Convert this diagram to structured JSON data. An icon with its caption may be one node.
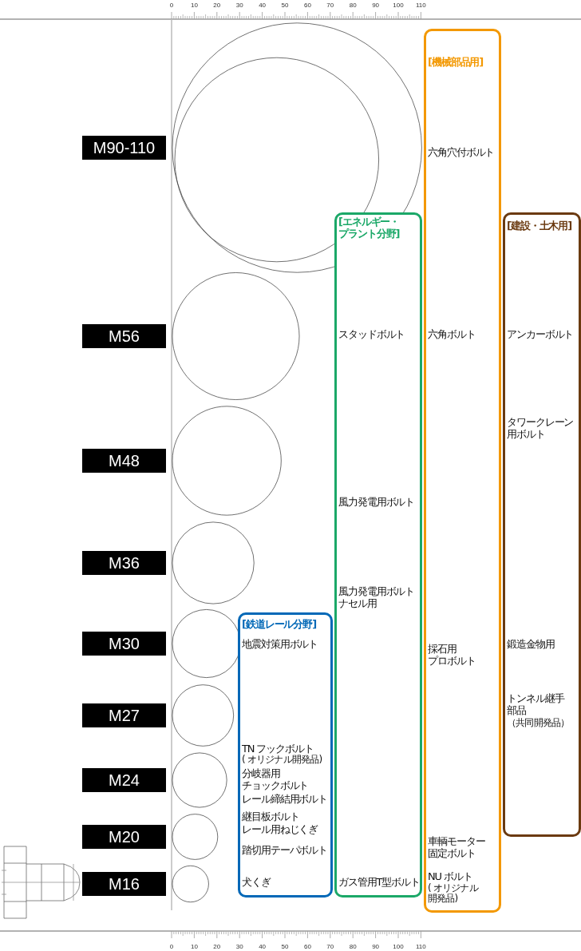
{
  "diagram": {
    "nodes": [
      {
        "text": [
          "M90-110"
        ]
      },
      {
        "text": [
          "M56"
        ]
      },
      {
        "text": [
          "M48"
        ]
      },
      {
        "text": [
          "M36"
        ]
      },
      {
        "text": [
          "M30"
        ]
      },
      {
        "text": [
          "M27"
        ]
      },
      {
        "text": [
          "M24"
        ]
      },
      {
        "text": [
          "M20"
        ]
      },
      {
        "text": [
          "M16"
        ]
      },
      {
        "text": [
          "[機械部品用]",
          "六角穴付ボルト",
          "六角ボルト",
          "採石用プロボルト",
          "車輌モーター固定ボルト",
          "NU ボルト",
          "( オリジナル開発品)"
        ]
      },
      {
        "text": [
          "[エネルギー・プラント分野]",
          "スタッドボルト",
          "風力発電用ボルト",
          "風力発電用ボルトナセル用",
          "ガス管用T型ボルト"
        ]
      },
      {
        "text": [
          "[建設・土木用]",
          "アンカーボルト",
          "タワークレーン用ボルト",
          "鍛造金物用",
          "トンネル継手部品",
          "（共同開発品）"
        ]
      },
      {
        "text": [
          "[鉄道レール分野]",
          "地震対策用ボルト",
          "TN フックボルト",
          "( オリジナル開発品)",
          "分岐器用チョックボルト",
          "レール締結用ボルト",
          "継目板ボルト",
          "レール用ねじくぎ",
          "踏切用テーパボルト",
          "犬くぎ"
        ]
      }
    ],
    "labels": [
      "0",
      "10",
      "20",
      "30",
      "40",
      "50",
      "60",
      "70",
      "80",
      "90",
      "100",
      "110",
      "0",
      "10",
      "20",
      "30",
      "40",
      "50",
      "60",
      "70",
      "80",
      "90",
      "100",
      "110"
    ]
  }
}
